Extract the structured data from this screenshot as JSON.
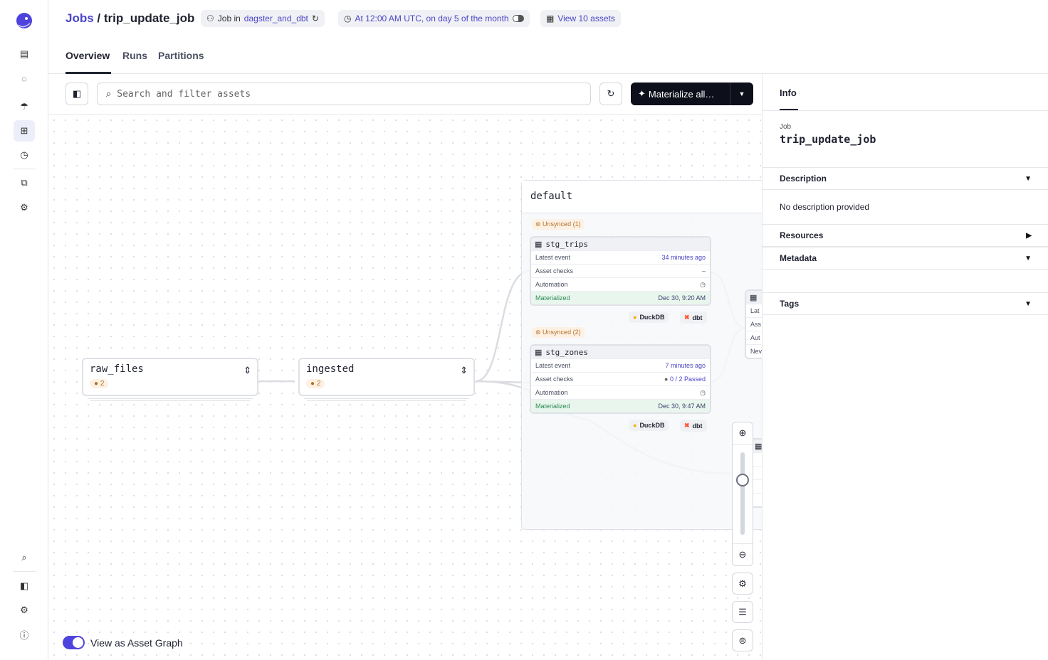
{
  "sidebar": {
    "icons": [
      "dagster-logo",
      "overview-icon",
      "runs-icon",
      "assets-icon",
      "jobs-icon",
      "schedules-icon",
      "lineage-icon",
      "deployment-icon"
    ],
    "bottom_icons": [
      "search-icon",
      "panel-toggle-icon",
      "settings-icon",
      "help-icon"
    ]
  },
  "header": {
    "breadcrumb_root": "Jobs",
    "breadcrumb_sep": " / ",
    "job_name": "trip_update_job",
    "pill_job_prefix": "Job in",
    "pill_job_location": "dagster_and_dbt",
    "pill_schedule": "At 12:00 AM UTC, on day 5 of the month",
    "pill_assets": "View 10 assets",
    "tabs": [
      {
        "label": "Overview",
        "active": true
      },
      {
        "label": "Runs"
      },
      {
        "label": "Partitions"
      }
    ]
  },
  "toolbar": {
    "search_placeholder": "Search and filter assets",
    "materialize_label": "Materialize all…"
  },
  "graph": {
    "ops": [
      {
        "name": "raw_files",
        "count": "2"
      },
      {
        "name": "ingested",
        "count": "2"
      }
    ],
    "group": {
      "name": "default"
    },
    "assets": [
      {
        "badge": "Unsynced (1)",
        "name": "stg_trips",
        "latest_event_label": "Latest event",
        "latest_event": "34 minutes ago",
        "checks_label": "Asset checks",
        "checks": "–",
        "automation_label": "Automation",
        "status": "Materialized",
        "status_time": "Dec 30, 9:20 AM",
        "tags": [
          "DuckDB",
          "dbt"
        ]
      },
      {
        "badge": "Unsynced (2)",
        "name": "stg_zones",
        "latest_event_label": "Latest event",
        "latest_event": "7 minutes ago",
        "checks_label": "Asset checks",
        "checks": "0 / 2 Passed",
        "automation_label": "Automation",
        "status": "Materialized",
        "status_time": "Dec 30, 9:47 AM",
        "tags": [
          "DuckDB",
          "dbt"
        ]
      }
    ],
    "partial_rows": [
      "Lat",
      "Ass",
      "Aut",
      "Nev"
    ],
    "toggle_label": "View as Asset Graph",
    "toggle_on": true
  },
  "panel": {
    "tab": "Info",
    "job_label": "Job",
    "job_name": "trip_update_job",
    "description_label": "Description",
    "description": "No description provided",
    "resources_label": "Resources",
    "metadata_label": "Metadata",
    "tags_label": "Tags"
  },
  "colors": {
    "accent": "#4b45c6",
    "materialized_bg": "#e9f6ee",
    "unsynced": "#b5702a"
  }
}
